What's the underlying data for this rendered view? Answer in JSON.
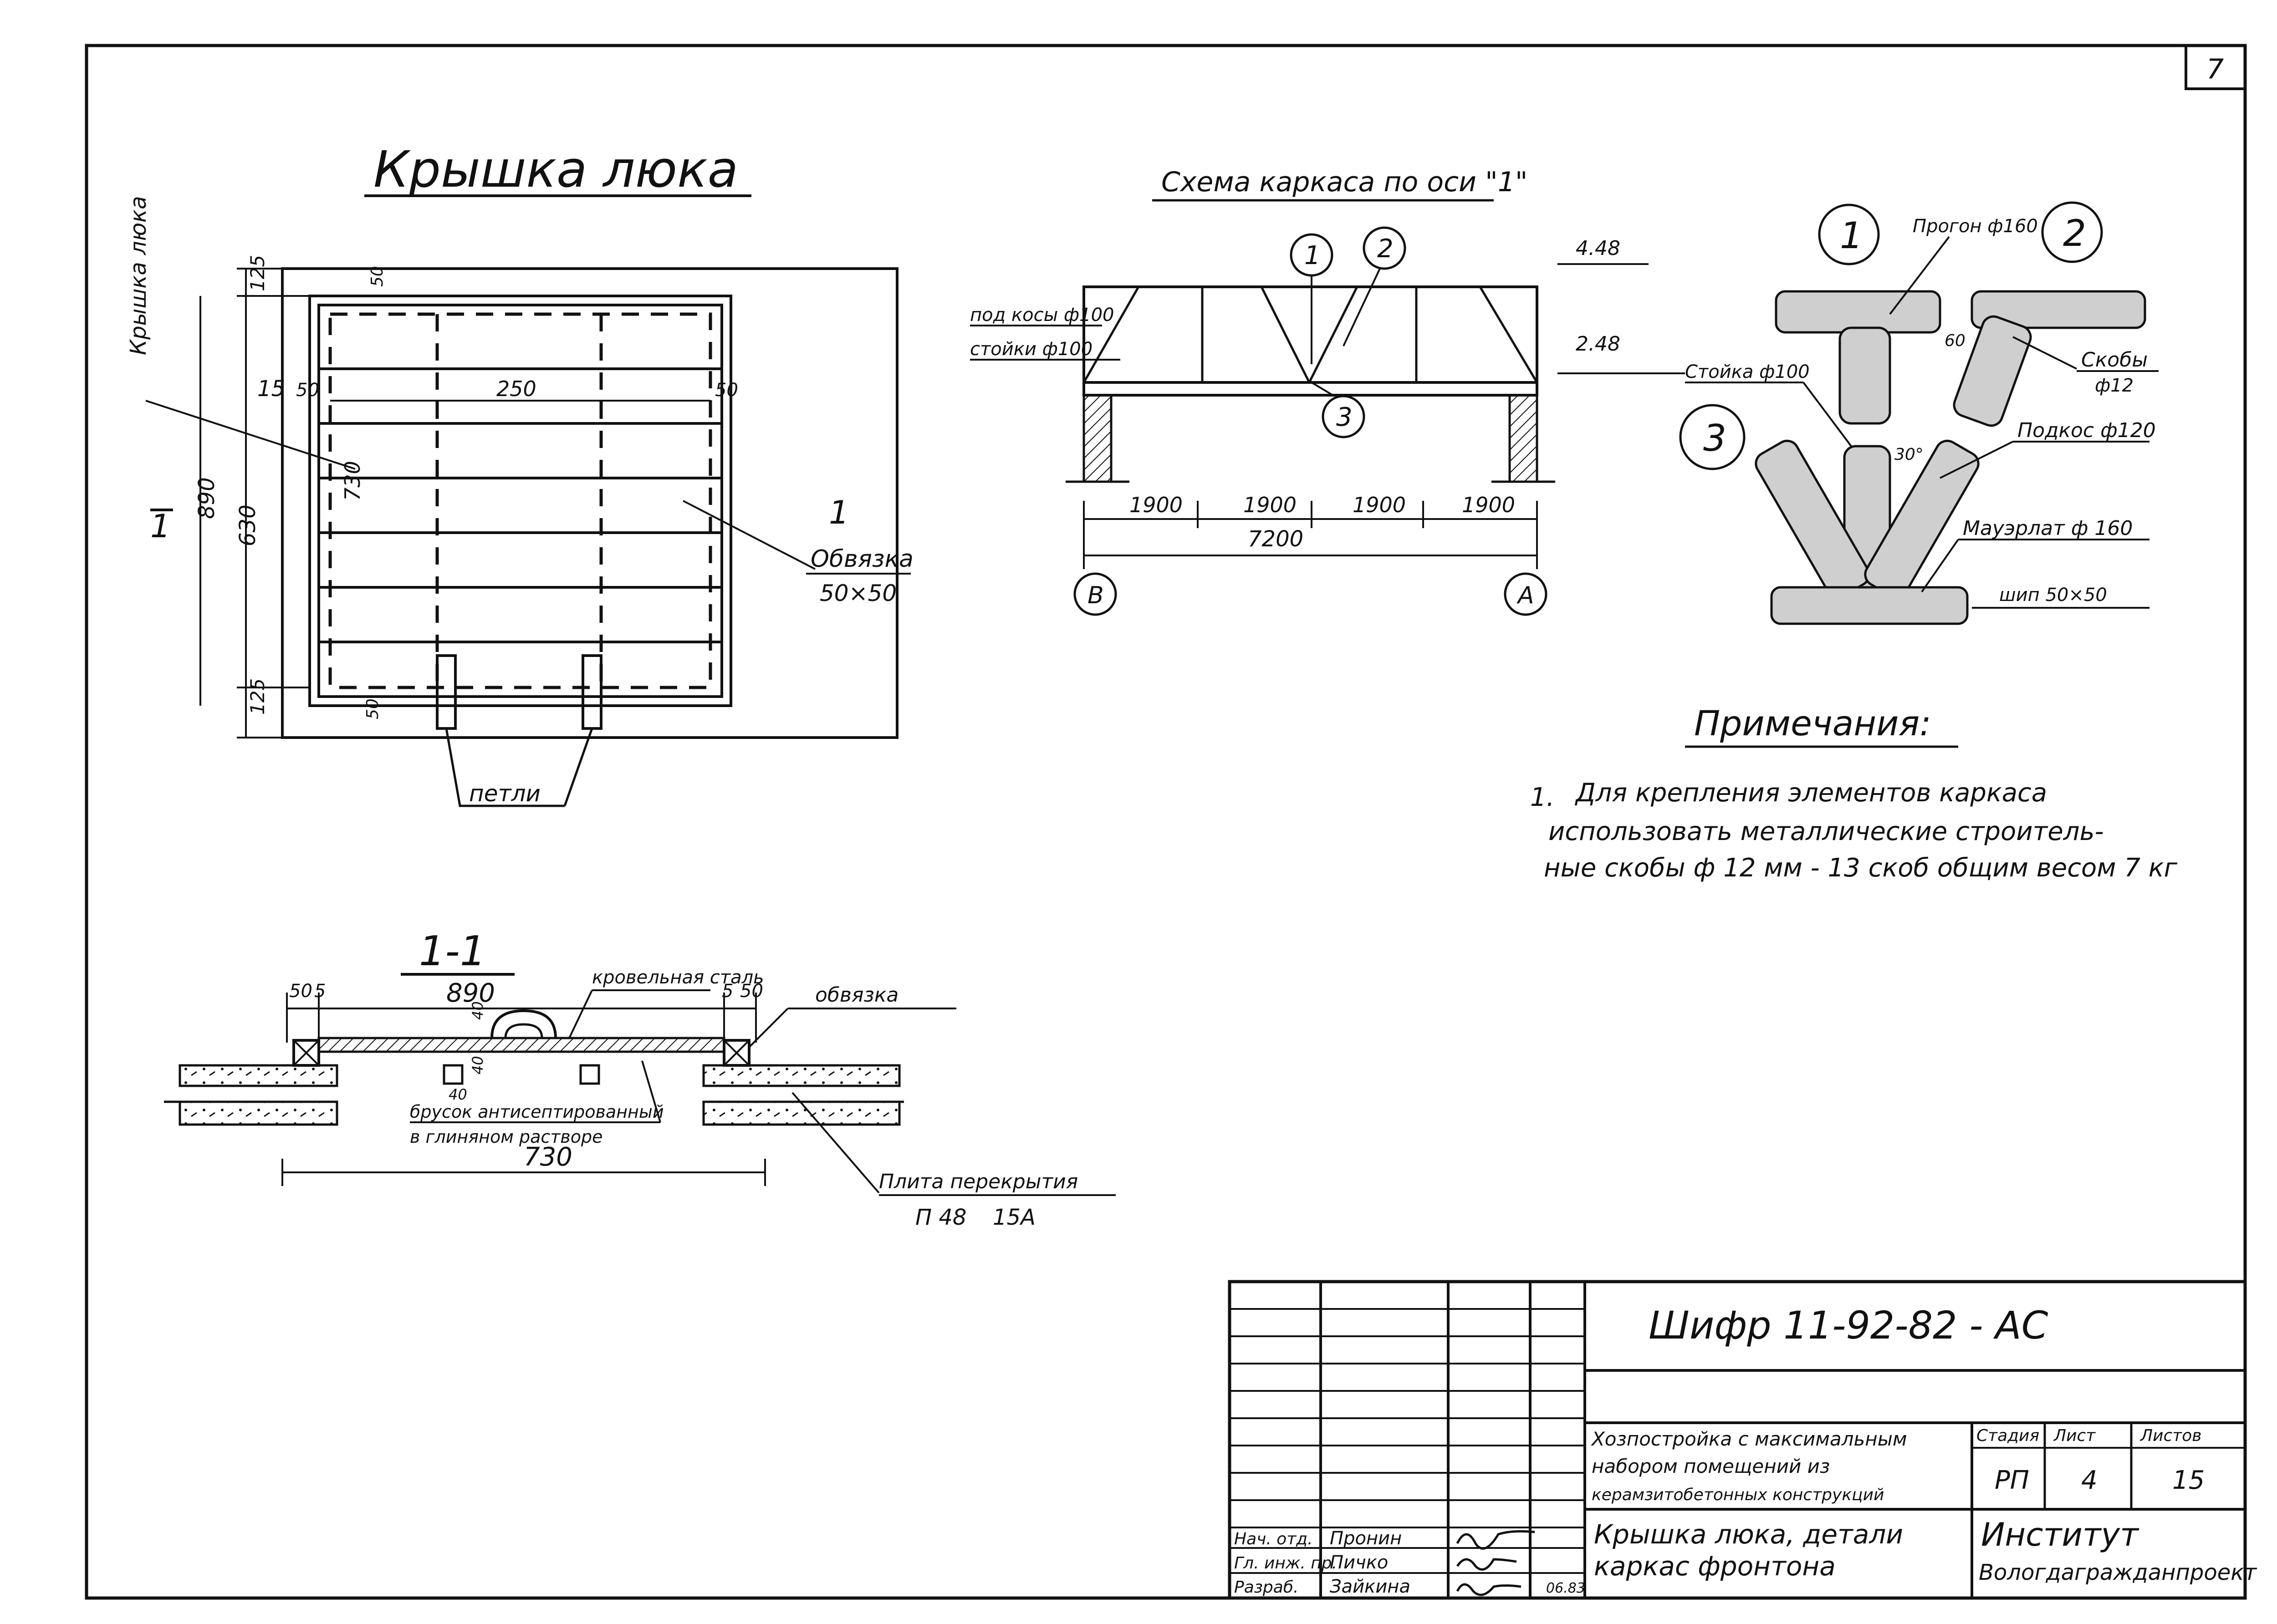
{
  "sheet": {
    "number": "7"
  },
  "hatch_plan": {
    "title": "Крышка люка",
    "side_label": "Крышка люка",
    "section_mark": "1",
    "dims_outer": [
      "125",
      "15",
      "890",
      "630",
      "125"
    ],
    "dims_inner": [
      "50",
      "250",
      "50",
      "730"
    ],
    "frame_mark": "1",
    "frame_label": "Обвязка",
    "frame_size": "50×50",
    "hinge_label": "петли",
    "small_dims": [
      "50",
      "50"
    ]
  },
  "frame_scheme": {
    "title": "Схема каркаса по оси \"1\"",
    "level_top": "4.48",
    "level_bottom": "2.48",
    "label_purlin": "под косы ф100",
    "label_posts": "стойки ф100",
    "node_marks": [
      "1",
      "2",
      "3"
    ],
    "spans": [
      "1900",
      "1900",
      "1900",
      "1900"
    ],
    "total_span": "7200",
    "axis_left": "В",
    "axis_right": "А"
  },
  "nodes": {
    "mark1": "1",
    "mark2": "2",
    "mark3": "3",
    "purlin": "Прогон ф160",
    "cramps": "Скобы",
    "cramps_d": "ф12",
    "post": "Стойка ф100",
    "angle": "30°",
    "angle2": "60",
    "brace": "Подкос ф120",
    "mauerlat": "Мауэрлат ф 160",
    "tenon": "шип 50×50"
  },
  "notes": {
    "title": "Примечания:",
    "item_num": "1.",
    "line1": "Для крепления элементов каркаса",
    "line2": "использовать металлические строитель-",
    "line3": "ные скобы ф 12 мм - 13 скоб общим весом 7 кг"
  },
  "section": {
    "title": "1-1",
    "dim_a": "50",
    "dim_b": "5",
    "dim_c": "890",
    "dim_d": "5",
    "dim_e": "50",
    "dim_h1": "40",
    "dim_h2": "40",
    "dim_h3": "40",
    "roofing": "кровельная сталь",
    "frame": "обвязка",
    "brick": "брусок антисептированный",
    "brick2": "в глиняном растворе",
    "span": "730",
    "slab": "Плита перекрытия",
    "slab_mark": "П 48",
    "slab_mark2": "15А"
  },
  "title_block": {
    "code": "Шифр 11-92-82 - АС",
    "project_l1": "Хозпостройка с максимальным",
    "project_l2": "набором помещений из",
    "project_l3": "керамзитобетонных конструкций",
    "sheet_title_l1": "Крышка люка, детали",
    "sheet_title_l2": "каркас фронтона",
    "h_stage": "Стадия",
    "h_sheet": "Лист",
    "h_sheets": "Листов",
    "stage": "РП",
    "sheet_no": "4",
    "sheets": "15",
    "org_l1": "Институт",
    "org_l2": "Вологдагражданпроект",
    "roles": [
      "Нач. отд.",
      "Гл. инж. пр.",
      "Разраб."
    ],
    "names": [
      "Пронин",
      "Пичко",
      "Зайкина"
    ],
    "date": "06.83"
  }
}
